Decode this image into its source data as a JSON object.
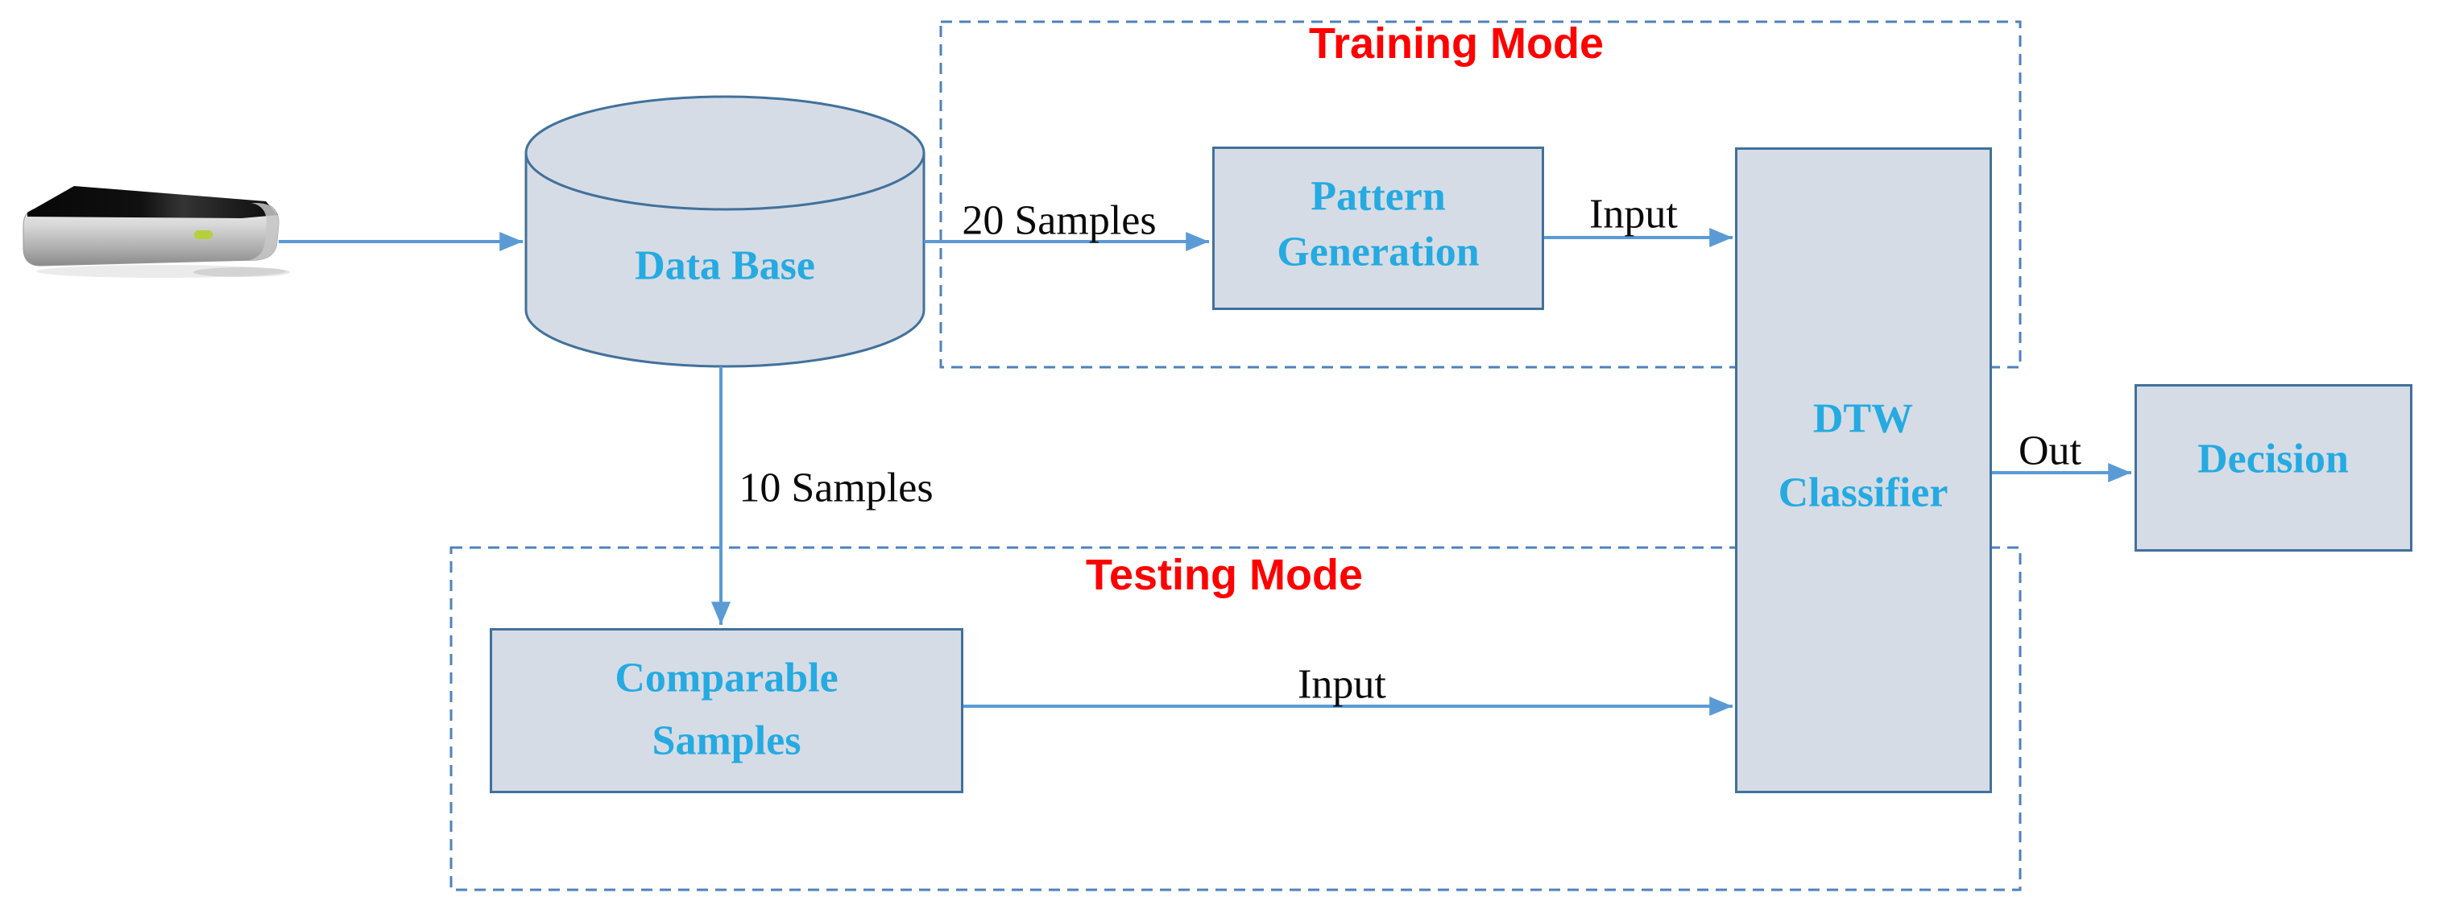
{
  "groups": {
    "training": {
      "label": "Training Mode"
    },
    "testing": {
      "label": "Testing Mode"
    }
  },
  "nodes": {
    "database": {
      "label": "Data Base"
    },
    "pattern_generation": {
      "line1": "Pattern",
      "line2": "Generation"
    },
    "dtw_classifier": {
      "line1": "DTW",
      "line2": "Classifier"
    },
    "decision": {
      "label": "Decision"
    },
    "comparable_samples": {
      "line1": "Comparable",
      "line2": "Samples"
    }
  },
  "edges": {
    "db_to_pattern": {
      "label": "20 Samples"
    },
    "pattern_to_dtw": {
      "label": "Input"
    },
    "db_to_comparable": {
      "label": "10 Samples"
    },
    "comparable_to_dtw": {
      "label": "Input"
    },
    "dtw_to_decision": {
      "label": "Out"
    }
  },
  "icons": {
    "sensor": "leap-motion-sensor"
  },
  "colors": {
    "box_fill": "#d6dce5",
    "box_border": "#41719c",
    "dashed_border": "#4f81bd",
    "arrow": "#5b9bd5",
    "label_cyan": "#25aae1",
    "label_red": "#ff0000",
    "label_black": "#0a0a0a",
    "led_green": "#b5cf3f"
  }
}
